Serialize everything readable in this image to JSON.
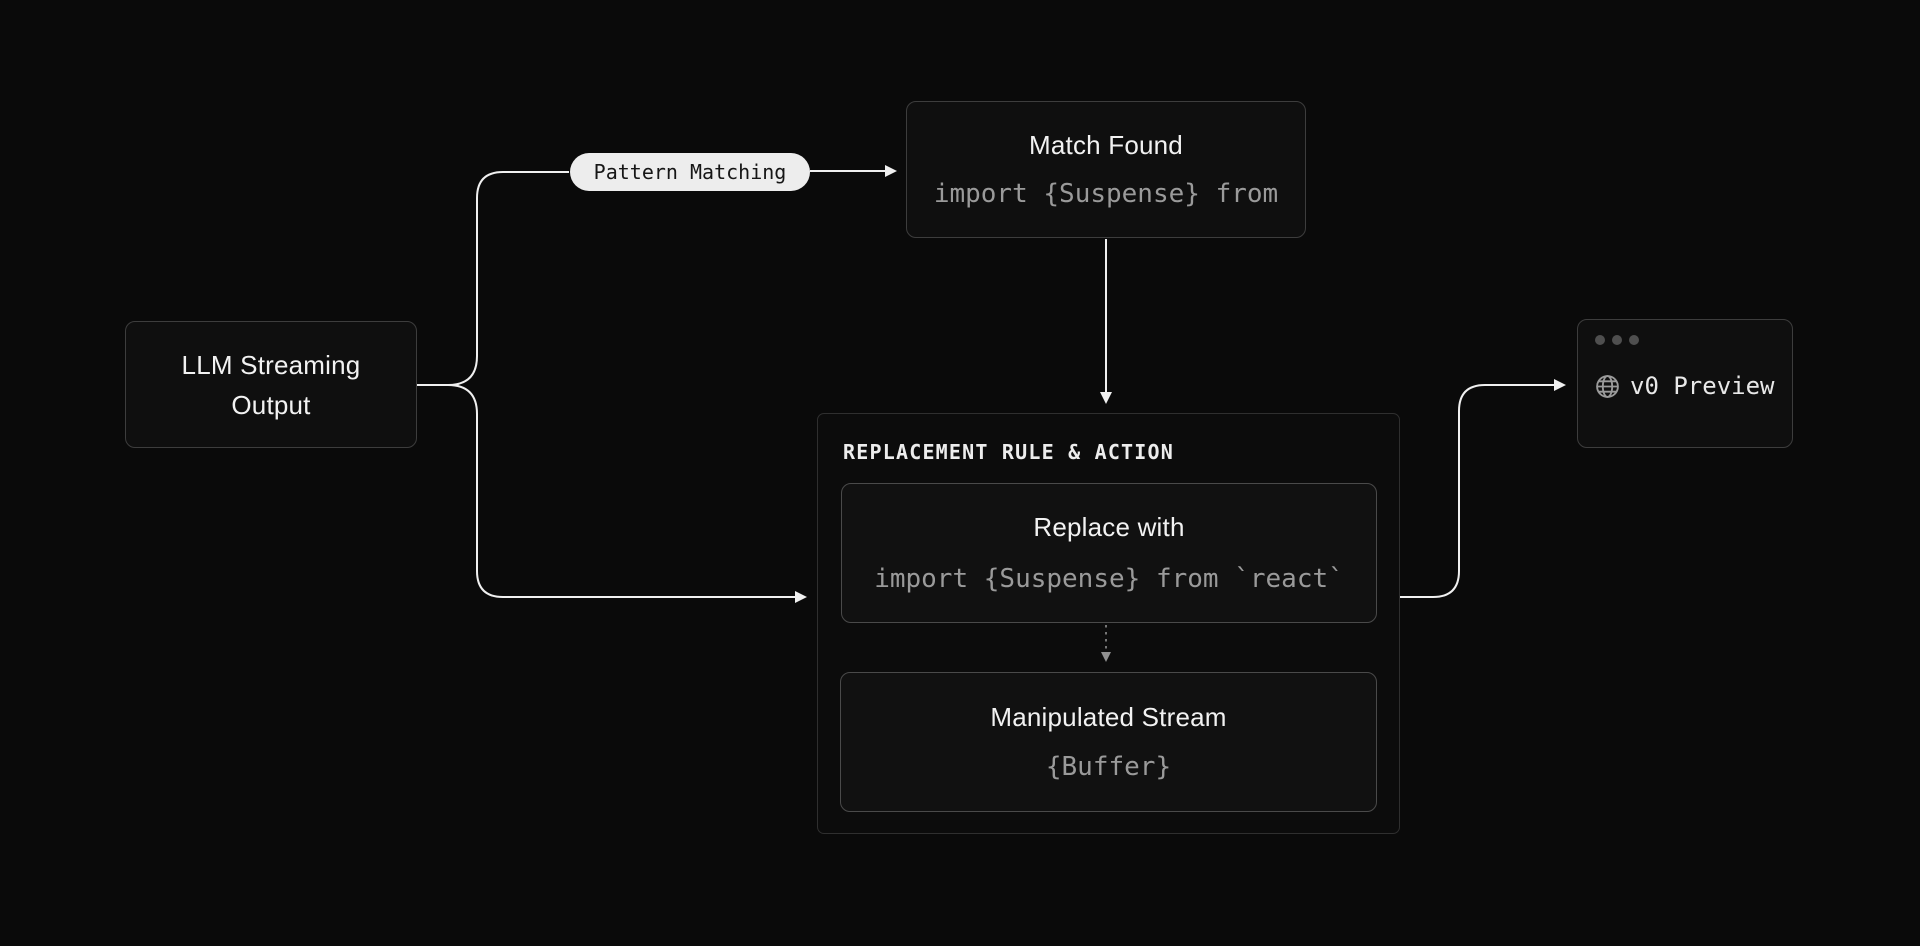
{
  "diagram": {
    "llm_node": {
      "label": "LLM Streaming Output"
    },
    "pattern_badge": {
      "label": "Pattern Matching"
    },
    "match_node": {
      "title": "Match Found",
      "code": "import {Suspense} from"
    },
    "replacement_group": {
      "header": "REPLACEMENT RULE & ACTION"
    },
    "replace_node": {
      "title": "Replace with",
      "code": "import {Suspense} from `react`"
    },
    "manipulated_node": {
      "title": "Manipulated Stream",
      "code": "{Buffer}"
    },
    "preview_node": {
      "label": "v0 Preview",
      "icon": "globe-icon",
      "window_icon": "window-dots-icon"
    },
    "colors": {
      "background": "#0a0a0a",
      "edge": "#f0f0f0",
      "dashed_edge": "#8f8f8f",
      "node_border": "#3d3d3d",
      "inner_node_border": "#4a4a4a",
      "group_border": "#2f2f2f",
      "title_text": "#f2f2f2",
      "code_text": "#9a9a9a",
      "badge_bg": "#ededed",
      "badge_text": "#161616"
    }
  }
}
